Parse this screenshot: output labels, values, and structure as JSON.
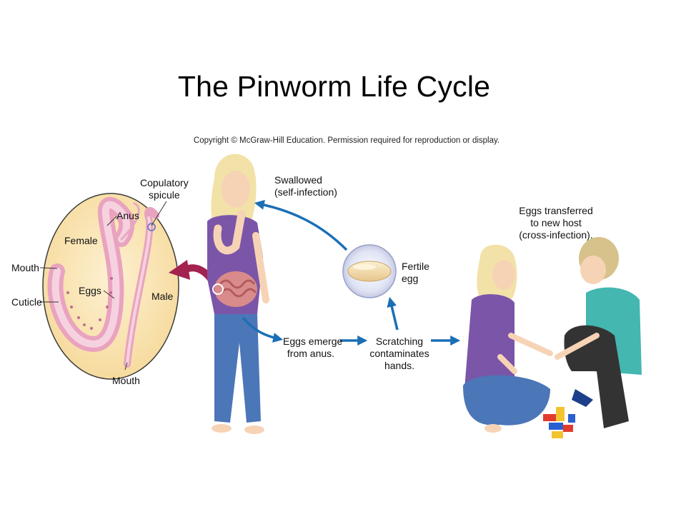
{
  "title": "The Pinworm Life Cycle",
  "copyright": "Copyright © McGraw-Hill Education. Permission required for reproduction or display.",
  "worm_inset": {
    "labels": {
      "copulatory_spicule_1": "Copulatory",
      "copulatory_spicule_2": "spicule",
      "female": "Female",
      "anus": "Anus",
      "mouth_left": "Mouth",
      "eggs": "Eggs",
      "male": "Male",
      "cuticle": "Cuticle",
      "mouth_bottom": "Mouth"
    }
  },
  "cycle": {
    "swallowed_1": "Swallowed",
    "swallowed_2": "(self-infection)",
    "fertile_1": "Fertile",
    "fertile_2": "egg",
    "emerge_1": "Eggs emerge",
    "emerge_2": "from anus.",
    "scratch_1": "Scratching",
    "scratch_2": "contaminates",
    "scratch_3": "hands.",
    "transfer_1": "Eggs transferred",
    "transfer_2": "to new host",
    "transfer_3": "(cross-infection)."
  },
  "colors": {
    "arrow_blue": "#1b6fb5",
    "arrow_magenta": "#a3224f",
    "inset_bg": "#fbe7b8",
    "worm_pink": "#f2b8cf",
    "shirt_purple": "#7b55a8",
    "jeans_blue": "#4b76b8",
    "boy_shirt_teal": "#43b7b0"
  }
}
